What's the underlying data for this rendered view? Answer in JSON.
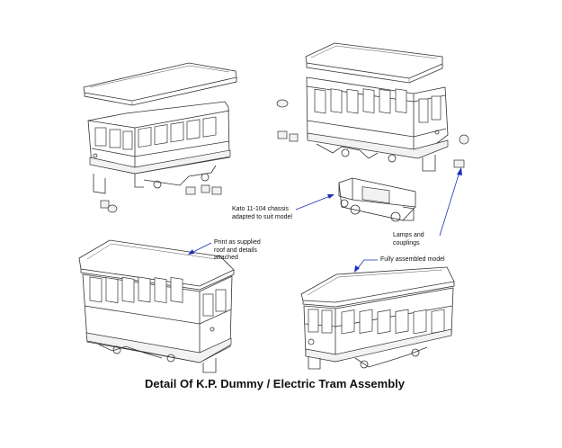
{
  "diagram": {
    "title": "Detail Of K.P. Dummy / Electric Tram Assembly",
    "callouts": {
      "chassis": "Kato 11-104 chassis\nadapted to suit model",
      "print": "Print as supplied\nroof and details\nattached",
      "lamps": "Lamps and\ncouplings",
      "assembled": "Fully assembled model"
    }
  },
  "colors": {
    "line": "#333333",
    "leader": "#1a2fb8",
    "background": "#ffffff"
  }
}
